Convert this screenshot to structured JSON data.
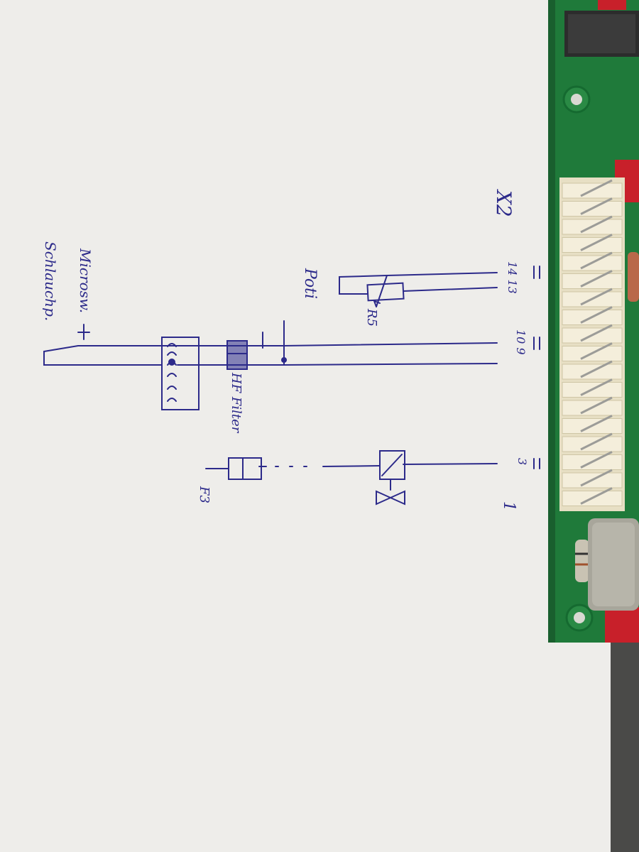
{
  "labels": {
    "connector": "X2",
    "pins_top": "14 13",
    "pins_mid": "10 9",
    "pin_3": "3",
    "pin_1": "1",
    "resistor": "R5",
    "poti": "Poti",
    "filter": "HF Filter",
    "fuse": "F3",
    "micro_line1": "Microsw.",
    "micro_line2": "Schlauchp."
  },
  "colors": {
    "paper": "#f1f0ed",
    "ink": "#2c2a8a",
    "pcb_green": "#1f7a3a",
    "connector_ivory": "#f2ecd6",
    "component_red": "#c8202a"
  }
}
